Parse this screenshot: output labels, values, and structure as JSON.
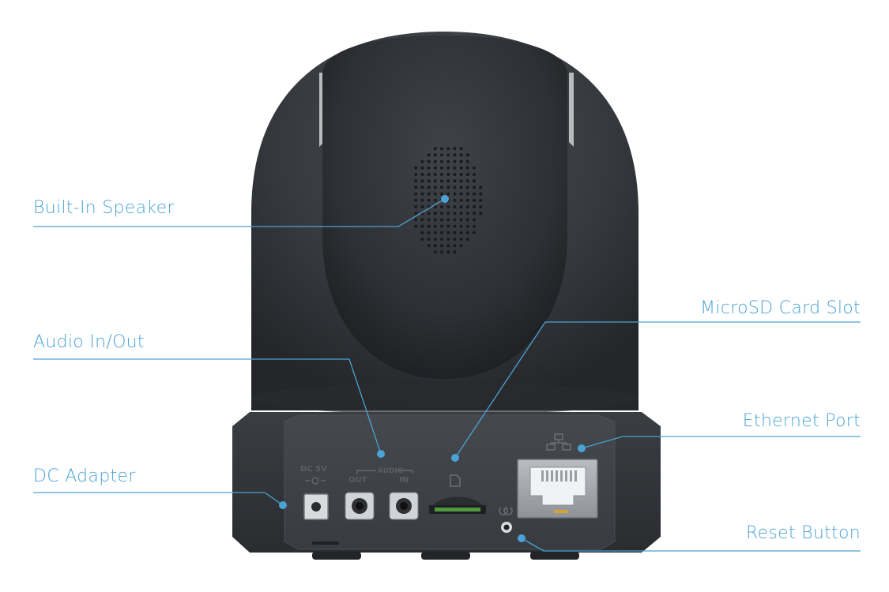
{
  "colors": {
    "accent": "#4aa3d4",
    "body_dark": "#2e3033",
    "body_mid": "#3a3d41",
    "panel": "#3f4246"
  },
  "callouts": {
    "speaker": "Built-In Speaker",
    "audio": "Audio In/Out",
    "dc": "DC Adapter",
    "microsd": "MicroSD Card Slot",
    "ethernet": "Ethernet Port",
    "reset": "Reset Button"
  },
  "panel_marks": {
    "dc_5v": "DC 5V",
    "audio": "AUDIO",
    "out": "OUT",
    "in": "IN"
  },
  "icons": {
    "ethernet": "network-icon",
    "microsd": "sd-card-icon",
    "reset": "reset-icon"
  }
}
